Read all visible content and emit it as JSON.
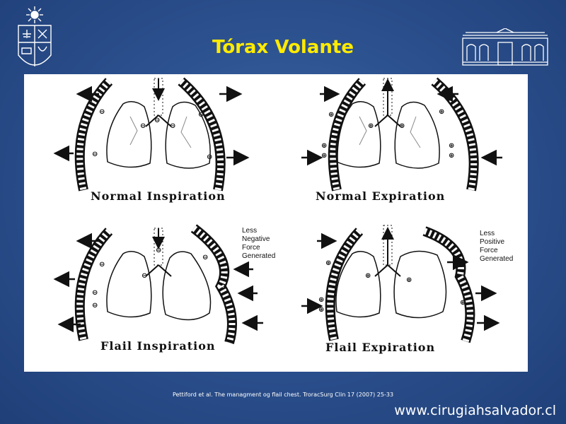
{
  "title": "Tórax Volante",
  "panels": [
    {
      "label": "Normal Inspiration",
      "annotation": []
    },
    {
      "label": "Normal Expiration",
      "annotation": []
    },
    {
      "label": "Flail Inspiration",
      "annotation": [
        "Less",
        "Negative",
        "Force",
        "Generated"
      ]
    },
    {
      "label": "Flail Expiration",
      "annotation": [
        "Less",
        "Positive",
        "Force",
        "Generated"
      ]
    }
  ],
  "signs": {
    "negative": "⊖",
    "positive": "⊕"
  },
  "citation": "Pettiford et al. The managment  og flail chest. TroracSurg Clin 17 (2007) 25-33",
  "website": "www.cirugiahsalvador.cl",
  "colors": {
    "background": "#2d5290",
    "title": "#ffeb00",
    "panel": "#ffffff"
  }
}
